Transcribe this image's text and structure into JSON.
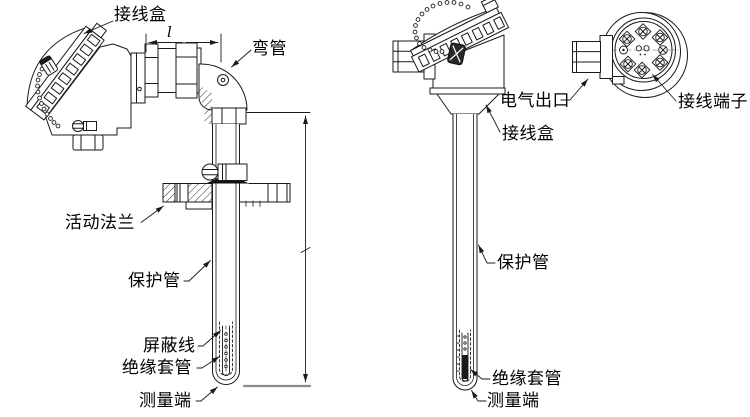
{
  "page": {
    "background_color": "#ffffff",
    "line_color": "#1a1a1a",
    "extension_line_gray": "#8a8a8a"
  },
  "labels": {
    "junction_box_left": "接线盒",
    "elbow": "弯管",
    "movable_flange": "活动法兰",
    "protection_tube_left": "保护管",
    "shielded_wire": "屏蔽线",
    "insulation_sleeve_left": "绝缘套管",
    "measuring_end_left": "测量端",
    "electrical_outlet": "电气出口",
    "junction_box_middle": "接线盒",
    "protection_tube_middle": "保护管",
    "insulation_sleeve_middle": "绝缘套管",
    "measuring_end_middle": "测量端",
    "terminal_block": "接线端子",
    "dimension_length": "l"
  }
}
